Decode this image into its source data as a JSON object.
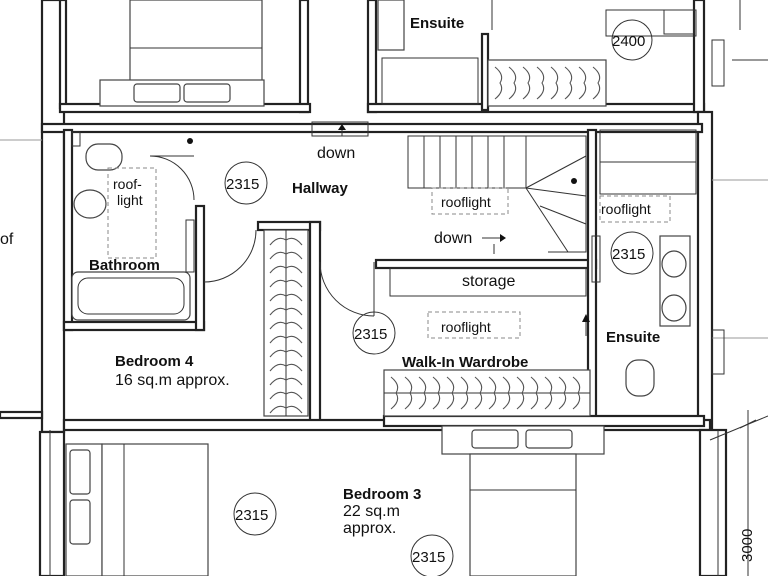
{
  "rooms": {
    "ensuite_top": "Ensuite",
    "hallway": "Hallway",
    "bathroom": "Bathroom",
    "bedroom4": "Bedroom 4",
    "bedroom4_area": "16 sq.m approx.",
    "ensuite_right": "Ensuite",
    "walkin": "Walk-In Wardrobe",
    "bedroom3": "Bedroom 3",
    "bedroom3_area_1": "22 sq.m",
    "bedroom3_area_2": "approx.",
    "storage": "storage"
  },
  "notes": {
    "down_top": "down",
    "down_mid": "down",
    "rooflight_bath_1": "roof-",
    "rooflight_bath_2": "light",
    "rooflight_stair": "rooflight",
    "rooflight_ensuite": "rooflight",
    "rooflight_wardrobe": "rooflight",
    "left_edge_fragment": "of"
  },
  "dimensions": {
    "ceiling_top_right": "2400",
    "ceiling_hallway": "2315",
    "ceiling_ensuite": "2315",
    "ceiling_landing": "2315",
    "ceiling_bedroom4": "2315",
    "ceiling_bedroom3": "2315",
    "vertical_dim": "3000"
  }
}
